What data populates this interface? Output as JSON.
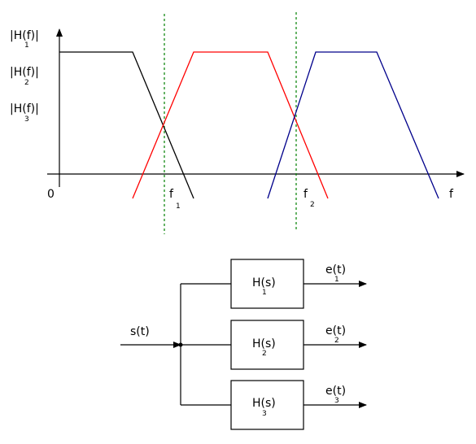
{
  "graph": {
    "y_labels": [
      {
        "main": "|H(f)|",
        "sub": "1"
      },
      {
        "main": "|H(f)|",
        "sub": "2"
      },
      {
        "main": "|H(f)|",
        "sub": "3"
      }
    ],
    "origin_label": "0",
    "x_axis_label": "f",
    "crossover_1": {
      "main": "f",
      "sub": "1"
    },
    "crossover_2": {
      "main": "f",
      "sub": "2"
    },
    "colors": {
      "filter_1": "#000000",
      "filter_2": "#ff0000",
      "filter_3": "#00008b",
      "crossover_lines": "#008000"
    }
  },
  "block_diagram": {
    "input_label": "s(t)",
    "blocks": [
      {
        "main": "H(s)",
        "sub": "1"
      },
      {
        "main": "H(s)",
        "sub": "2"
      },
      {
        "main": "H(s)",
        "sub": "3"
      }
    ],
    "outputs": [
      {
        "main": "e(t)",
        "sub": "1"
      },
      {
        "main": "e(t)",
        "sub": "2"
      },
      {
        "main": "e(t)",
        "sub": "3"
      }
    ]
  }
}
